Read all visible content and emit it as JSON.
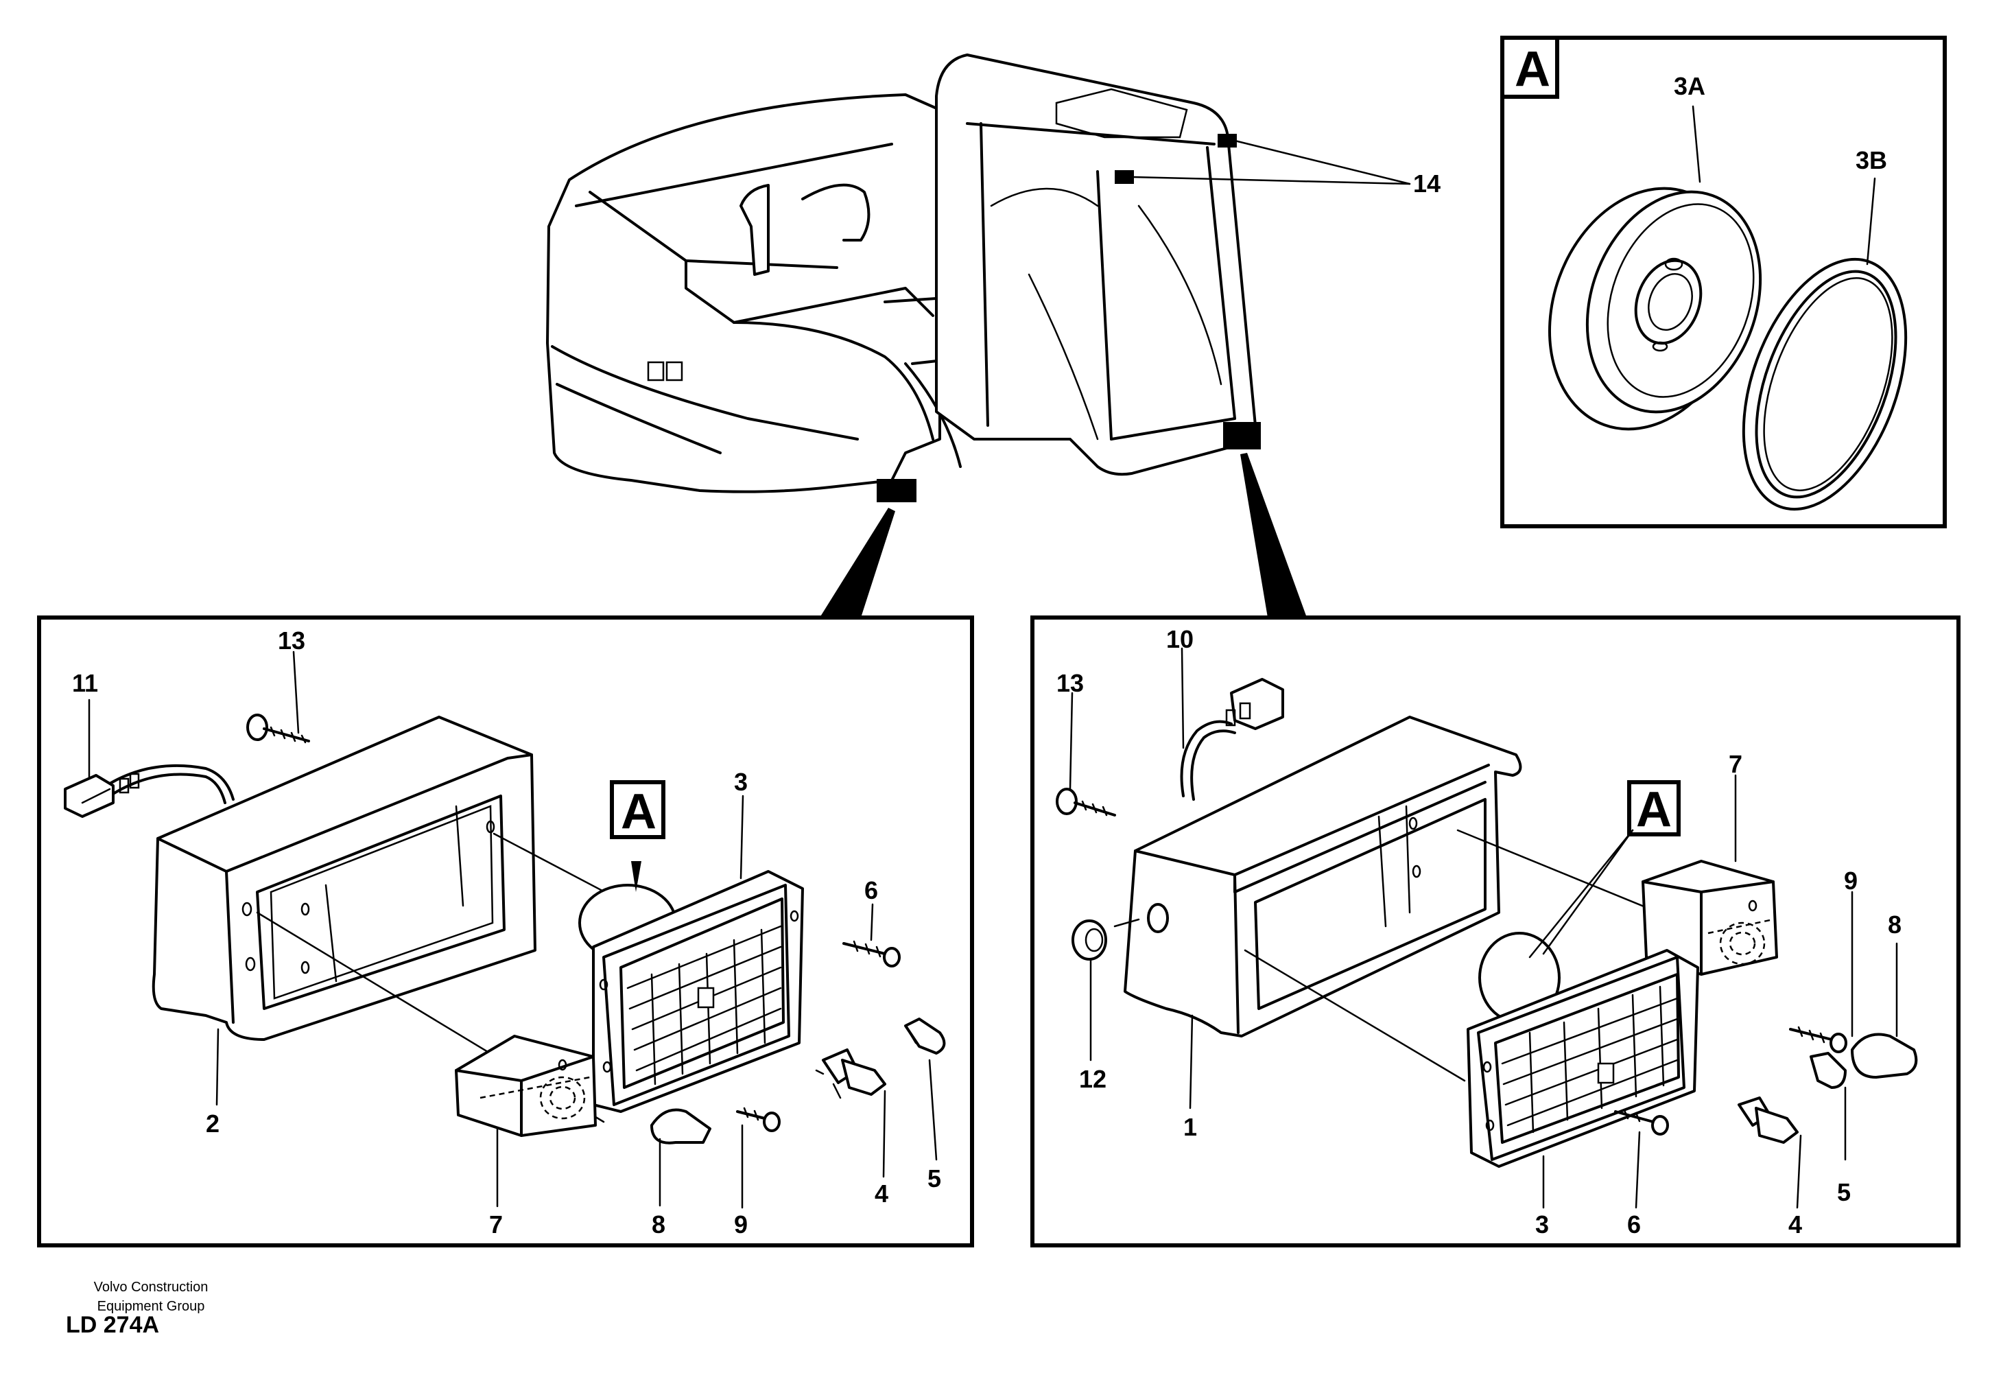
{
  "detail_marker": "A",
  "callouts": {
    "c1": "1",
    "c2": "2",
    "c3": "3",
    "c3A": "3A",
    "c3B": "3B",
    "c4": "4",
    "c5": "5",
    "c6": "6",
    "c7": "7",
    "c8": "8",
    "c9": "9",
    "c10": "10",
    "c11": "11",
    "c12": "12",
    "c13": "13",
    "c14": "14"
  },
  "footer": {
    "company_line1": "Volvo Construction",
    "company_line2": "Equipment Group",
    "drawing_code": "LD 274A"
  }
}
